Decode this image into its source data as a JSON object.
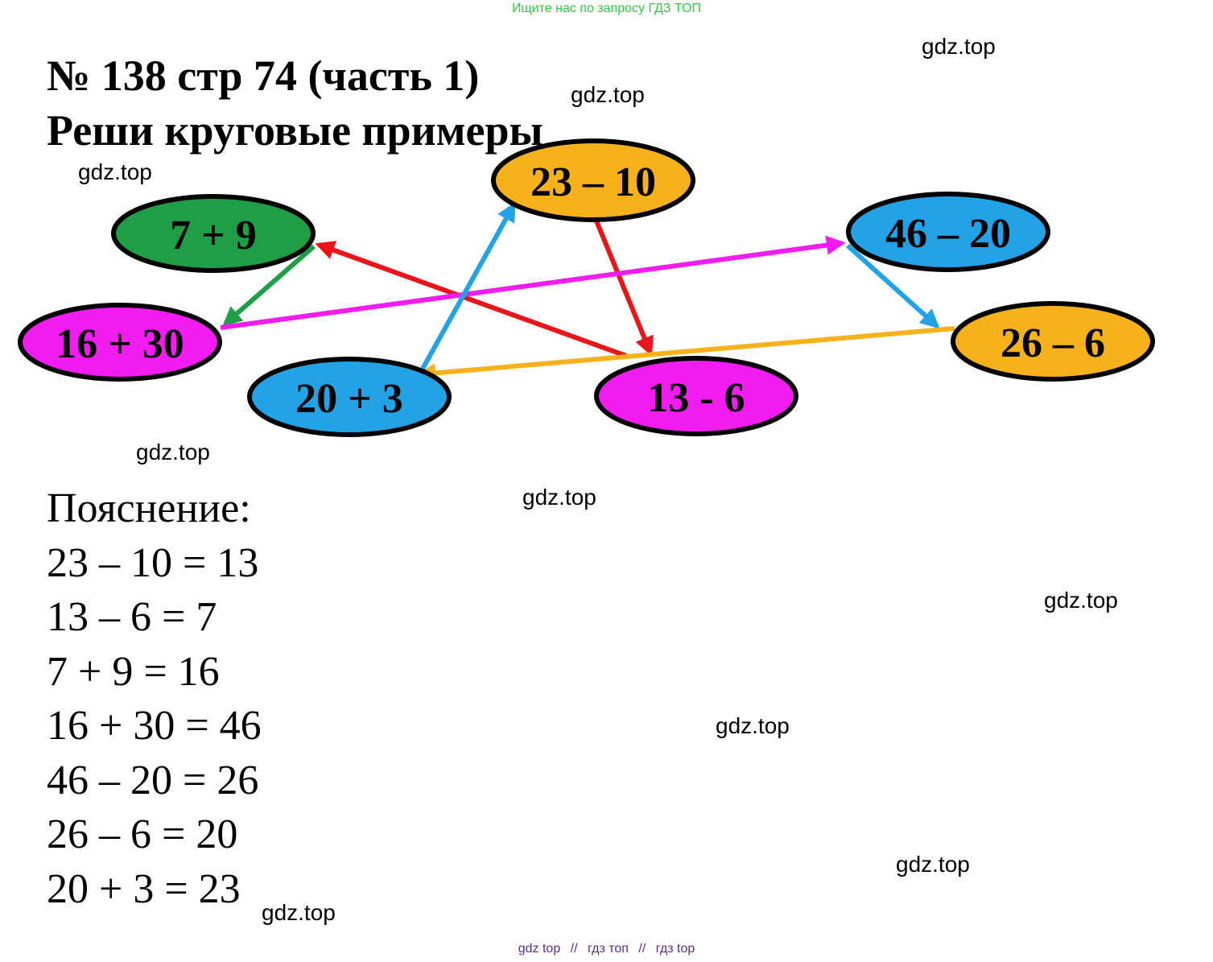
{
  "banner": "Ищите нас по запросу ГДЗ ТОП",
  "title": {
    "line1": "№ 138 стр 74 (часть 1)",
    "line2": "Реши круговые примеры"
  },
  "watermark": "gdz.top",
  "nodes": [
    {
      "id": "n-23-10",
      "label": "23 – 10",
      "color": "#f7b21b"
    },
    {
      "id": "n-13-6",
      "label": "13 - 6",
      "color": "#f21cf0"
    },
    {
      "id": "n-7-9",
      "label": "7 + 9",
      "color": "#1e9e45"
    },
    {
      "id": "n-16-30",
      "label": "16 + 30",
      "color": "#f21cf0"
    },
    {
      "id": "n-46-20",
      "label": "46 – 20",
      "color": "#23a3e6"
    },
    {
      "id": "n-26-6",
      "label": "26 – 6",
      "color": "#f7b21b"
    },
    {
      "id": "n-20-3",
      "label": "20 + 3",
      "color": "#23a3e6"
    }
  ],
  "arrows": [
    {
      "from": "23 – 10",
      "to": "13 - 6",
      "color": "#e8151b"
    },
    {
      "from": "13 - 6",
      "to": "7 + 9",
      "color": "#e8151b"
    },
    {
      "from": "7 + 9",
      "to": "16 + 30",
      "color": "#1e9e45"
    },
    {
      "from": "16 + 30",
      "to": "46 – 20",
      "color": "#f21cf0"
    },
    {
      "from": "46 – 20",
      "to": "26 – 6",
      "color": "#23a3e6"
    },
    {
      "from": "26 – 6",
      "to": "20 + 3",
      "color": "#f7b21b"
    },
    {
      "from": "20 + 3",
      "to": "23 – 10",
      "color": "#23a3e6"
    }
  ],
  "explanation": {
    "heading": "Пояснение:",
    "lines": [
      "23 – 10 = 13",
      "13 – 6 = 7",
      "7 + 9 = 16",
      "16 + 30 = 46",
      "46 – 20 = 26",
      "26 – 6 = 20",
      "20 + 3 = 23"
    ]
  },
  "footer": {
    "parts": [
      "gdz top",
      "гдз топ",
      "гдз top"
    ],
    "separator": "//"
  }
}
